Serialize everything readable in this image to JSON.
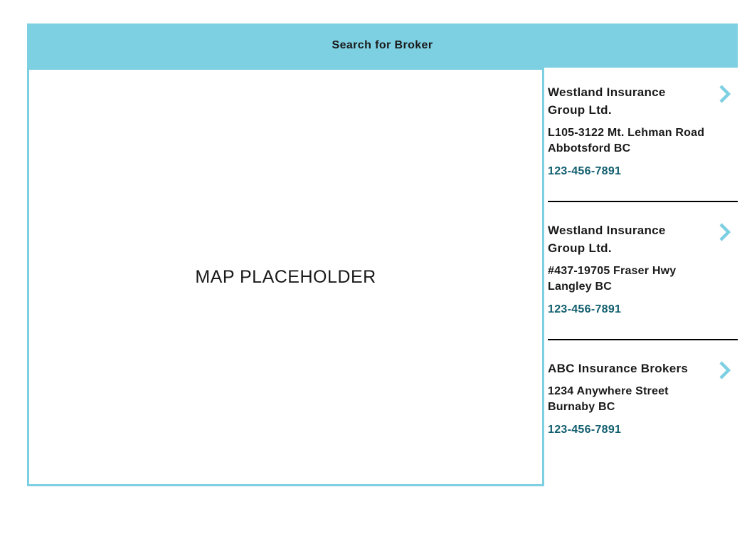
{
  "header": {
    "title": "Search for Broker"
  },
  "map": {
    "placeholder": "MAP PLACEHOLDER"
  },
  "colors": {
    "accent_blue": "#7DCFE2",
    "phone_teal": "#115E6E",
    "text_dark": "#1A1A1A",
    "divider_black": "#000000"
  },
  "icons": {
    "result_action": "chevron-right-icon"
  },
  "brokers": [
    {
      "name": "Westland Insurance\nGroup Ltd.",
      "address": "L105-3122 Mt. Lehman Road\nAbbotsford BC",
      "phone": "123-456-7891"
    },
    {
      "name": "Westland Insurance\nGroup Ltd.",
      "address": "#437-19705 Fraser Hwy\nLangley BC",
      "phone": "123-456-7891"
    },
    {
      "name": "ABC Insurance Brokers",
      "address": "1234 Anywhere Street\nBurnaby BC",
      "phone": "123-456-7891"
    }
  ]
}
